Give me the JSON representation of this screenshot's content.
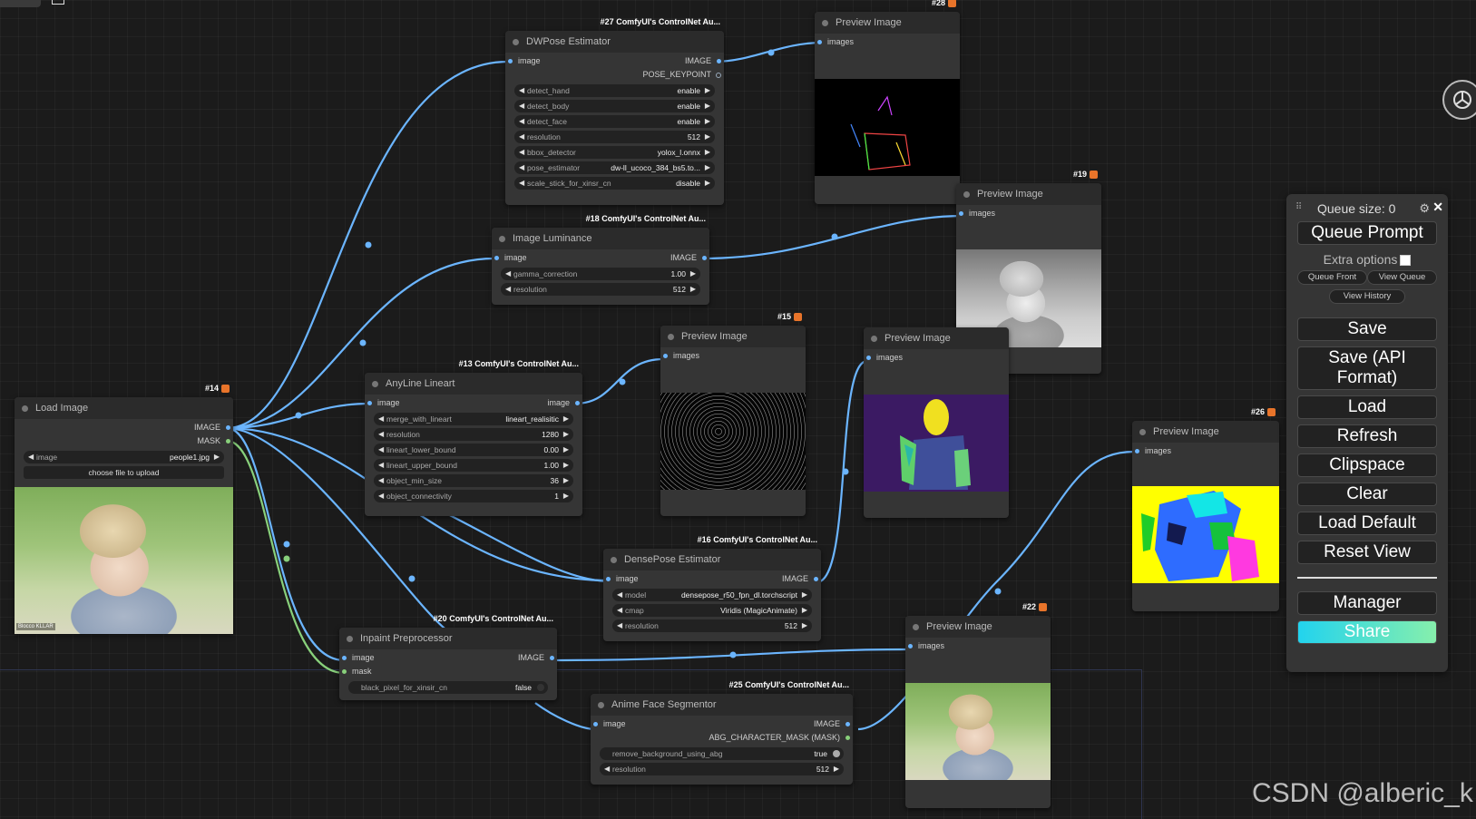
{
  "app": {
    "watermark": "CSDN @alberic_k"
  },
  "colors": {
    "link_image": "#6bb5ff",
    "link_mask": "#88d07b",
    "node_bg": "#353535",
    "canvas_bg": "#1b1b1b"
  },
  "nodes": {
    "load_image": {
      "id": "#14",
      "title": "Load Image",
      "outputs": [
        "IMAGE",
        "MASK"
      ],
      "widget_image_name": "image",
      "widget_image_value": "people1.jpg",
      "upload_button": "choose file to upload",
      "preview_watermark": "Blocco KLLAR"
    },
    "dwpose": {
      "id": "#27",
      "badge": "#27 ComfyUI's ControlNet Au...",
      "title": "DWPose Estimator",
      "input": "image",
      "outputs": [
        "IMAGE",
        "POSE_KEYPOINT"
      ],
      "widgets": [
        {
          "name": "detect_hand",
          "value": "enable"
        },
        {
          "name": "detect_body",
          "value": "enable"
        },
        {
          "name": "detect_face",
          "value": "enable"
        },
        {
          "name": "resolution",
          "value": "512"
        },
        {
          "name": "bbox_detector",
          "value": "yolox_l.onnx"
        },
        {
          "name": "pose_estimator",
          "value": "dw-ll_ucoco_384_bs5.to..."
        },
        {
          "name": "scale_stick_for_xinsr_cn",
          "value": "disable"
        }
      ]
    },
    "luminance": {
      "id": "#18",
      "badge": "#18 ComfyUI's ControlNet Au...",
      "title": "Image Luminance",
      "input": "image",
      "output": "IMAGE",
      "widgets": [
        {
          "name": "gamma_correction",
          "value": "1.00"
        },
        {
          "name": "resolution",
          "value": "512"
        }
      ]
    },
    "anyline": {
      "id": "#13",
      "badge": "#13 ComfyUI's ControlNet Au...",
      "title": "AnyLine Lineart",
      "input": "image",
      "output": "image",
      "widgets": [
        {
          "name": "merge_with_lineart",
          "value": "lineart_realisitic"
        },
        {
          "name": "resolution",
          "value": "1280"
        },
        {
          "name": "lineart_lower_bound",
          "value": "0.00"
        },
        {
          "name": "lineart_upper_bound",
          "value": "1.00"
        },
        {
          "name": "object_min_size",
          "value": "36"
        },
        {
          "name": "object_connectivity",
          "value": "1"
        }
      ]
    },
    "densepose": {
      "id": "#16",
      "badge": "#16 ComfyUI's ControlNet Au...",
      "title": "DensePose Estimator",
      "input": "image",
      "output": "IMAGE",
      "widgets": [
        {
          "name": "model",
          "value": "densepose_r50_fpn_dl.torchscript"
        },
        {
          "name": "cmap",
          "value": "Viridis (MagicAnimate)"
        },
        {
          "name": "resolution",
          "value": "512"
        }
      ]
    },
    "inpaint": {
      "id": "#20",
      "badge": "#20 ComfyUI's ControlNet Au...",
      "title": "Inpaint Preprocessor",
      "inputs": [
        "image",
        "mask"
      ],
      "output": "IMAGE",
      "toggle_name": "black_pixel_for_xinsir_cn",
      "toggle_value": "false"
    },
    "anime_face": {
      "id": "#25",
      "badge": "#25 ComfyUI's ControlNet Au...",
      "title": "Anime Face Segmentor",
      "input": "image",
      "outputs": [
        "IMAGE",
        "ABG_CHARACTER_MASK (MASK)"
      ],
      "toggle_name": "remove_background_using_abg",
      "toggle_value": "true",
      "widgets": [
        {
          "name": "resolution",
          "value": "512"
        }
      ]
    },
    "preview_28": {
      "id": "#28",
      "title": "Preview Image",
      "input": "images"
    },
    "preview_19": {
      "id": "#19",
      "title": "Preview Image",
      "input": "images"
    },
    "preview_15": {
      "id": "#15",
      "title": "Preview Image",
      "input": "images"
    },
    "preview_16b": {
      "title": "Preview Image",
      "input": "images"
    },
    "preview_26": {
      "id": "#26",
      "title": "Preview Image",
      "input": "images"
    },
    "preview_22": {
      "id": "#22",
      "title": "Preview Image",
      "input": "images"
    }
  },
  "panel": {
    "queue_label": "Queue size: 0",
    "queue_prompt": "Queue Prompt",
    "extra_options": "Extra options",
    "queue_front": "Queue Front",
    "view_queue": "View Queue",
    "view_history": "View History",
    "save": "Save",
    "save_api": "Save (API Format)",
    "load": "Load",
    "refresh": "Refresh",
    "clipspace": "Clipspace",
    "clear": "Clear",
    "load_default": "Load Default",
    "reset_view": "Reset View",
    "manager": "Manager",
    "share": "Share"
  },
  "icons": {
    "settings": "gear-icon",
    "close": "close-icon",
    "drag": "drag-handle-icon",
    "node_badge": "fox-icon",
    "logo": "comfy-logo-icon"
  }
}
